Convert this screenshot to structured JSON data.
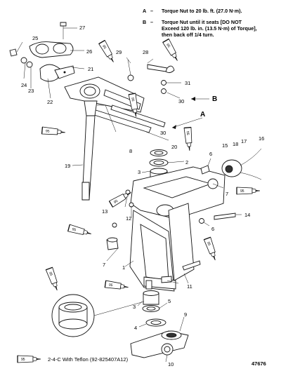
{
  "notes": [
    {
      "letter": "A",
      "dash": "–",
      "text_lines": [
        "Torque Nut to 20 lb. ft. (27.0 N·m)."
      ]
    },
    {
      "letter": "B",
      "dash": "–",
      "text_lines": [
        "Torque Nut until it seats [DO NOT",
        "Exceed 120 lb. in. (13.5 N·m) of Torque],",
        "then back off 1/4 turn."
      ]
    }
  ],
  "callouts": {
    "a": "A",
    "b": "B"
  },
  "part_labels": {
    "p1": "1",
    "p2": "2",
    "p3_top": "3",
    "p3_bottom": "3",
    "p4": "4",
    "p5": "5",
    "p6_top": "6",
    "p6_bottom": "6",
    "p7_left": "7",
    "p7_right": "7",
    "p8": "8",
    "p9": "9",
    "p10": "10",
    "p11": "11",
    "p12": "12",
    "p13": "13",
    "p14": "14",
    "p15": "15",
    "p16": "16",
    "p17": "17",
    "p18": "18",
    "p19": "19",
    "p20": "20",
    "p21": "21",
    "p22": "22",
    "p23": "23",
    "p24": "24",
    "p25": "25",
    "p26": "26",
    "p27": "27",
    "p28": "28",
    "p29": "29",
    "p30_a": "30",
    "p30_b": "30",
    "p31": "31"
  },
  "tube_label": "95",
  "legend": {
    "tube_label": "95",
    "text": "2-4-C With Teflon (92-825407A12)"
  },
  "figure_number": "47676",
  "icons": {
    "sealant": "lubricant-tube-icon"
  }
}
